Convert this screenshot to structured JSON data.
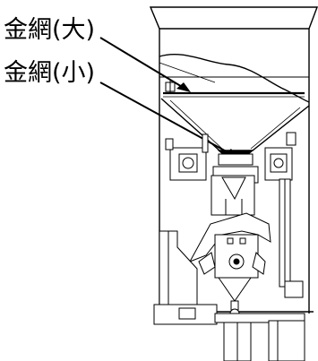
{
  "figure": {
    "labels": [
      {
        "id": "mesh-large",
        "text": "金網(大)"
      },
      {
        "id": "mesh-small",
        "text": "金網(小)"
      }
    ],
    "colors": {
      "line": "#000000",
      "background": "#ffffff",
      "mesh": "#000000"
    }
  }
}
